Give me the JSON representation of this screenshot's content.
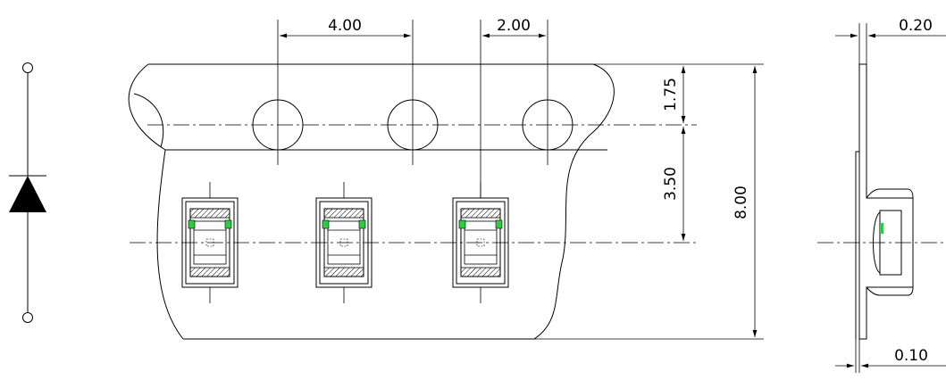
{
  "colors": {
    "line": "#000000",
    "background": "#ffffff",
    "contact_pad": "#2ecc40"
  },
  "symbol": {
    "type": "diode-symbol",
    "icon": "diode-icon"
  },
  "dimensions": {
    "pitch": "4.00",
    "hole_offset": "2.00",
    "edge_to_hole": "1.75",
    "hole_to_pocket": "3.50",
    "tape_width": "8.00",
    "tape_thickness": "0.20",
    "cover_thickness": "0.10"
  }
}
